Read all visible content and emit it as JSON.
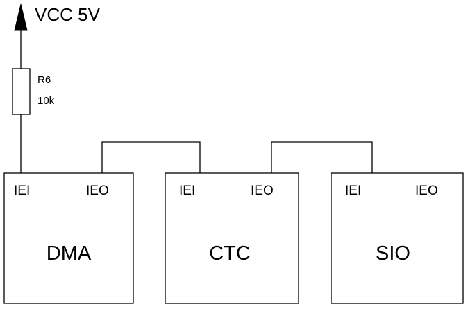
{
  "power": {
    "label": "VCC 5V"
  },
  "resistor": {
    "ref": "R6",
    "value": "10k"
  },
  "blocks": [
    {
      "name": "DMA",
      "in_pin": "IEI",
      "out_pin": "IEO"
    },
    {
      "name": "CTC",
      "in_pin": "IEI",
      "out_pin": "IEO"
    },
    {
      "name": "SIO",
      "in_pin": "IEI",
      "out_pin": "IEO"
    }
  ]
}
